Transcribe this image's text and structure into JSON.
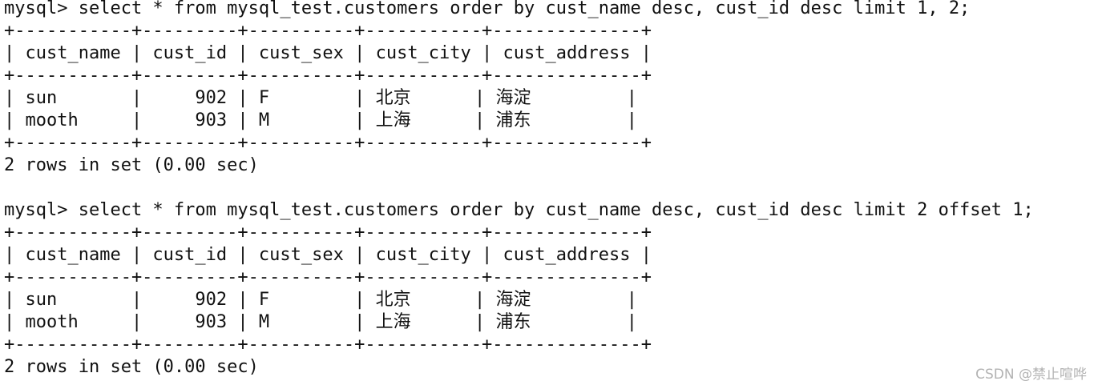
{
  "terminal": {
    "blocks": [
      {
        "prompt_line": "mysql> select * from mysql_test.customers order by cust_name desc, cust_id desc limit 1, 2;",
        "border": "+-----------+---------+----------+-----------+--------------+",
        "header": "| cust_name | cust_id | cust_sex | cust_city | cust_address |",
        "rows": [
          "| sun       |     902 | F        | 北京      | 海淀         |",
          "| mooth     |     903 | M        | 上海      | 浦东         |"
        ],
        "result": "2 rows in set (0.00 sec)"
      },
      {
        "prompt_line": "mysql> select * from mysql_test.customers order by cust_name desc, cust_id desc limit 2 offset 1;",
        "border": "+-----------+---------+----------+-----------+--------------+",
        "header": "| cust_name | cust_id | cust_sex | cust_city | cust_address |",
        "rows": [
          "| sun       |     902 | F        | 北京      | 海淀         |",
          "| mooth     |     903 | M        | 上海      | 浦东         |"
        ],
        "result": "2 rows in set (0.00 sec)"
      }
    ]
  },
  "watermark": "CSDN @禁止喧哗"
}
